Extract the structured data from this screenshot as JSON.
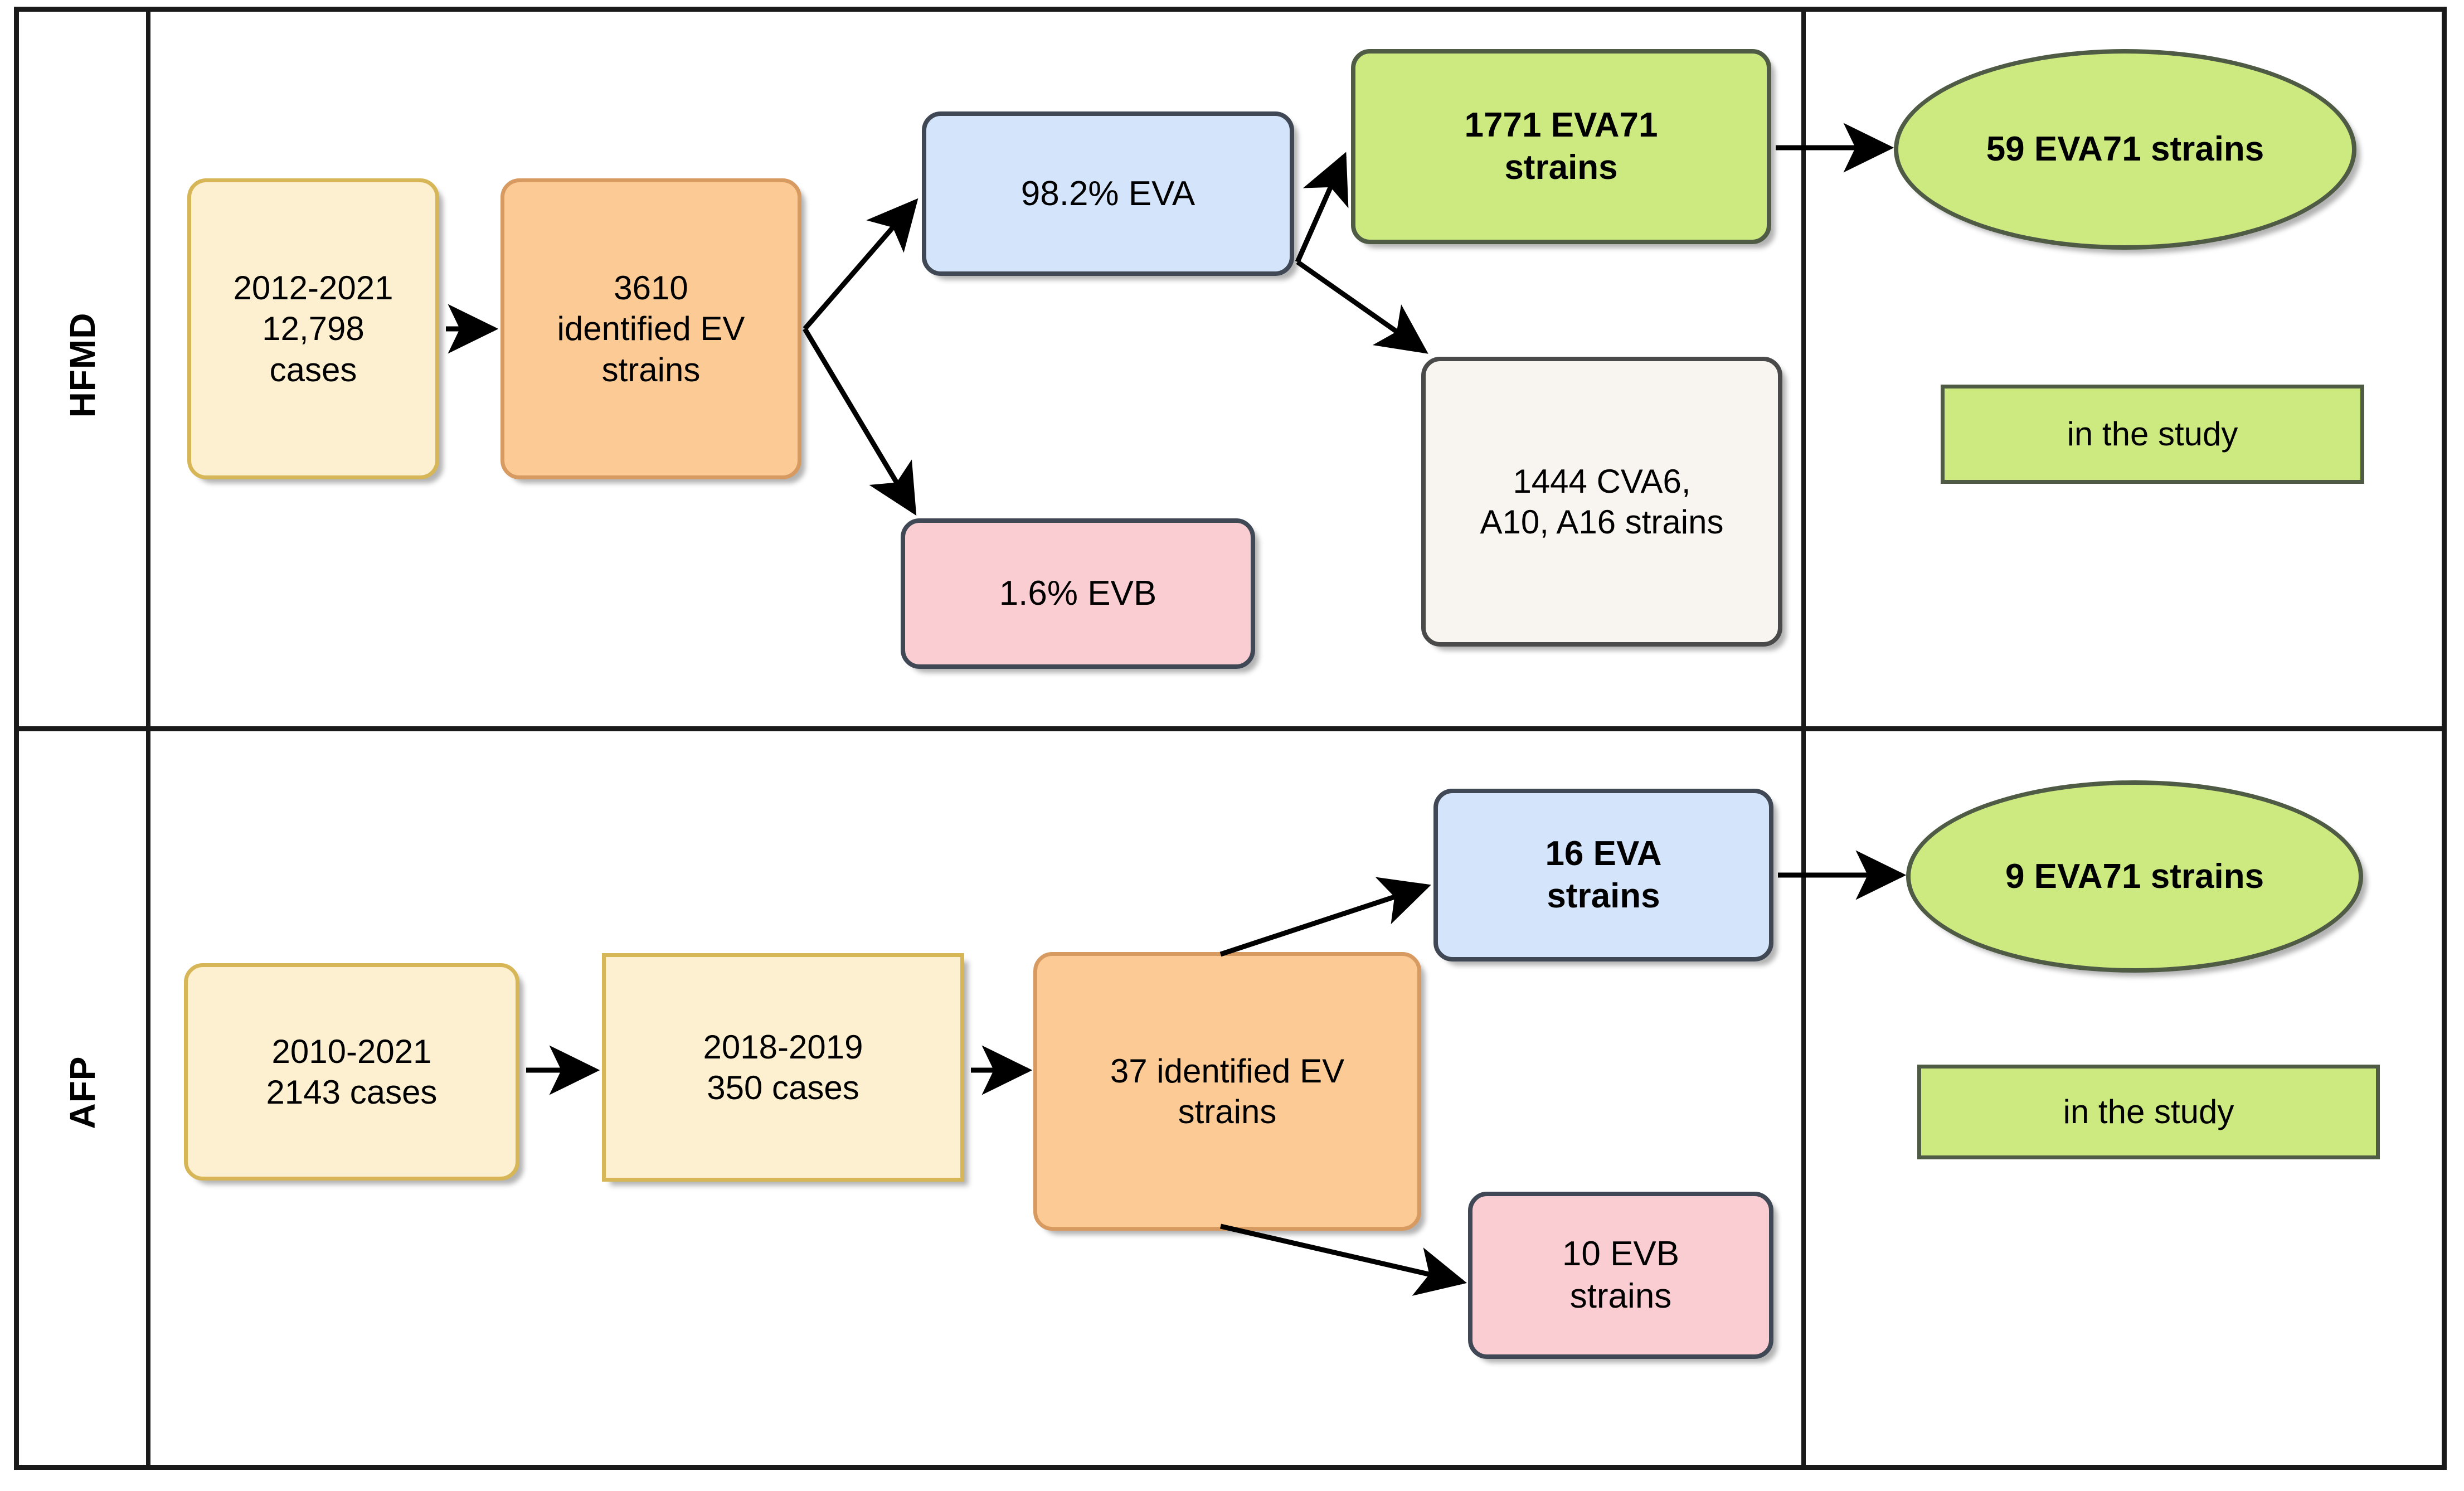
{
  "diagram": {
    "title": "HFMD and AFP enterovirus strain selection flowchart",
    "rows": [
      {
        "key": "hfmd",
        "label": "HFMD"
      },
      {
        "key": "afp",
        "label": "AFP"
      }
    ]
  },
  "colors": {
    "cream_yellow_fill": "#FDF0D0",
    "cream_yellow_border": "#D6B656",
    "orange_fill": "#FCCB95",
    "orange_border": "#D79B62",
    "blue_fill": "#D4E4FA",
    "blue_border": "#3F4854",
    "pink_fill": "#F9CDD1",
    "pink_border": "#3F4854",
    "green_fill": "#CDEA80",
    "green_border": "#4F5B45",
    "offwhite_fill": "#F8F5F0",
    "offwhite_border": "#4A4A4A",
    "frame_line": "#1A1A1A",
    "arrow_stroke": "#000000",
    "text": "#000000"
  },
  "hfmd": {
    "label": "HFMD",
    "nodes": {
      "cases": {
        "name": "hfmd-cases-box",
        "text": "2012-2021\n12,798\ncases",
        "fill": "#FDF0D0",
        "border": "#D6B656",
        "bold": false
      },
      "identified": {
        "name": "hfmd-identified-ev-box",
        "text": "3610\nidentified EV\nstrains",
        "fill": "#FCCB95",
        "border": "#D79B62",
        "bold": false
      },
      "eva_pct": {
        "name": "hfmd-eva-percent-box",
        "text": "98.2% EVA",
        "fill": "#D4E4FA",
        "border": "#3F4854",
        "bold": false
      },
      "evb_pct": {
        "name": "hfmd-evb-percent-box",
        "text": "1.6% EVB",
        "fill": "#F9CDD1",
        "border": "#3F4854",
        "bold": false
      },
      "eva71": {
        "name": "hfmd-eva71-strains-box",
        "text": "1771 EVA71\nstrains",
        "fill": "#CDEA80",
        "border": "#4F5B45",
        "bold": true
      },
      "other_strains": {
        "name": "hfmd-other-strains-box",
        "text": "1444 CVA6,\nA10, A16 strains",
        "fill": "#F8F5F0",
        "border": "#4A4A4A",
        "bold": false
      },
      "included": {
        "name": "hfmd-included-strains-oval",
        "text": "59 EVA71 strains",
        "fill": "#CDEA80",
        "border": "#4F5B45",
        "bold": true
      },
      "study": {
        "name": "hfmd-in-the-study-box",
        "text": "in the study",
        "fill": "#CDEA80",
        "border": "#4F5B45",
        "bold": false
      }
    }
  },
  "afp": {
    "label": "AFP",
    "nodes": {
      "cases": {
        "name": "afp-cases-box",
        "text": "2010-2021\n2143 cases",
        "fill": "#FDF0D0",
        "border": "#D6B656",
        "bold": false
      },
      "subset": {
        "name": "afp-subset-cases-box",
        "text": "2018-2019\n350 cases",
        "fill": "#FDF0D0",
        "border": "#D6B656",
        "bold": false
      },
      "identified": {
        "name": "afp-identified-ev-box",
        "text": "37 identified EV\nstrains",
        "fill": "#FCCB95",
        "border": "#D79B62",
        "bold": false
      },
      "eva": {
        "name": "afp-eva-strains-box",
        "text": "16 EVA\nstrains",
        "fill": "#D4E4FA",
        "border": "#3F4854",
        "bold": true
      },
      "evb": {
        "name": "afp-evb-strains-box",
        "text": "10 EVB\nstrains",
        "fill": "#F9CDD1",
        "border": "#3F4854",
        "bold": false
      },
      "included": {
        "name": "afp-included-strains-oval",
        "text": "9 EVA71 strains",
        "fill": "#CDEA80",
        "border": "#4F5B45",
        "bold": true
      },
      "study": {
        "name": "afp-in-the-study-box",
        "text": "in the study",
        "fill": "#CDEA80",
        "border": "#4F5B45",
        "bold": false
      }
    }
  },
  "chart_data": {
    "type": "diagram",
    "title": "Enterovirus strain identification and selection flow for HFMD and AFP surveillance",
    "flows": [
      {
        "row": "HFMD",
        "steps": [
          {
            "id": "hfmd-cases",
            "label": "2012-2021 12,798 cases",
            "value": 12798,
            "period": "2012-2021"
          },
          {
            "id": "hfmd-identified",
            "label": "3610 identified EV strains",
            "value": 3610
          },
          {
            "id": "hfmd-eva-pct",
            "label": "98.2% EVA",
            "value": 98.2,
            "unit": "%"
          },
          {
            "id": "hfmd-evb-pct",
            "label": "1.6% EVB",
            "value": 1.6,
            "unit": "%"
          },
          {
            "id": "hfmd-eva71",
            "label": "1771 EVA71 strains",
            "value": 1771
          },
          {
            "id": "hfmd-other",
            "label": "1444 CVA6, A10, A16 strains",
            "value": 1444
          },
          {
            "id": "hfmd-included",
            "label": "59 EVA71 strains in the study",
            "value": 59
          }
        ],
        "edges": [
          [
            "hfmd-cases",
            "hfmd-identified"
          ],
          [
            "hfmd-identified",
            "hfmd-eva-pct"
          ],
          [
            "hfmd-identified",
            "hfmd-evb-pct"
          ],
          [
            "hfmd-eva-pct",
            "hfmd-eva71"
          ],
          [
            "hfmd-eva-pct",
            "hfmd-other"
          ],
          [
            "hfmd-eva71",
            "hfmd-included"
          ]
        ]
      },
      {
        "row": "AFP",
        "steps": [
          {
            "id": "afp-cases",
            "label": "2010-2021 2143 cases",
            "value": 2143,
            "period": "2010-2021"
          },
          {
            "id": "afp-subset",
            "label": "2018-2019 350 cases",
            "value": 350,
            "period": "2018-2019"
          },
          {
            "id": "afp-identified",
            "label": "37 identified EV strains",
            "value": 37
          },
          {
            "id": "afp-eva",
            "label": "16 EVA strains",
            "value": 16
          },
          {
            "id": "afp-evb",
            "label": "10 EVB strains",
            "value": 10
          },
          {
            "id": "afp-included",
            "label": "9 EVA71 strains in the study",
            "value": 9
          }
        ],
        "edges": [
          [
            "afp-cases",
            "afp-subset"
          ],
          [
            "afp-subset",
            "afp-identified"
          ],
          [
            "afp-identified",
            "afp-eva"
          ],
          [
            "afp-identified",
            "afp-evb"
          ],
          [
            "afp-eva",
            "afp-included"
          ]
        ]
      }
    ]
  }
}
